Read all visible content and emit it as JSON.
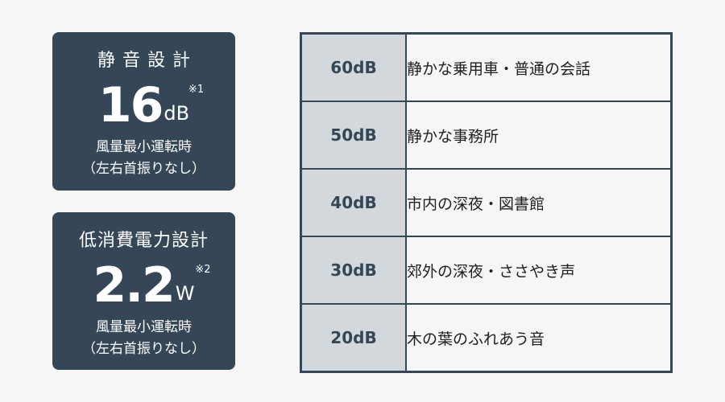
{
  "cards": [
    {
      "title": "静音設計",
      "value": "16",
      "unit": "dB",
      "note": "※1",
      "sub_line1": "風量最小運転時",
      "sub_line2": "（左右首振りなし）"
    },
    {
      "title": "低消費電力設計",
      "value": "2.2",
      "unit": "W",
      "note": "※2",
      "sub_line1": "風量最小運転時",
      "sub_line2": "（左右首振りなし）"
    }
  ],
  "table": {
    "rows": [
      {
        "level": "60dB",
        "description": "静かな乗用車・普通の会話"
      },
      {
        "level": "50dB",
        "description": "静かな事務所"
      },
      {
        "level": "40dB",
        "description": "市内の深夜・図書館"
      },
      {
        "level": "30dB",
        "description": "郊外の深夜・ささやき声"
      },
      {
        "level": "20dB",
        "description": "木の葉のふれあう音"
      }
    ]
  },
  "colors": {
    "card_bg": "#354656",
    "label_bg": "#d3d8dd",
    "page_bg": "#f6f6f6"
  }
}
